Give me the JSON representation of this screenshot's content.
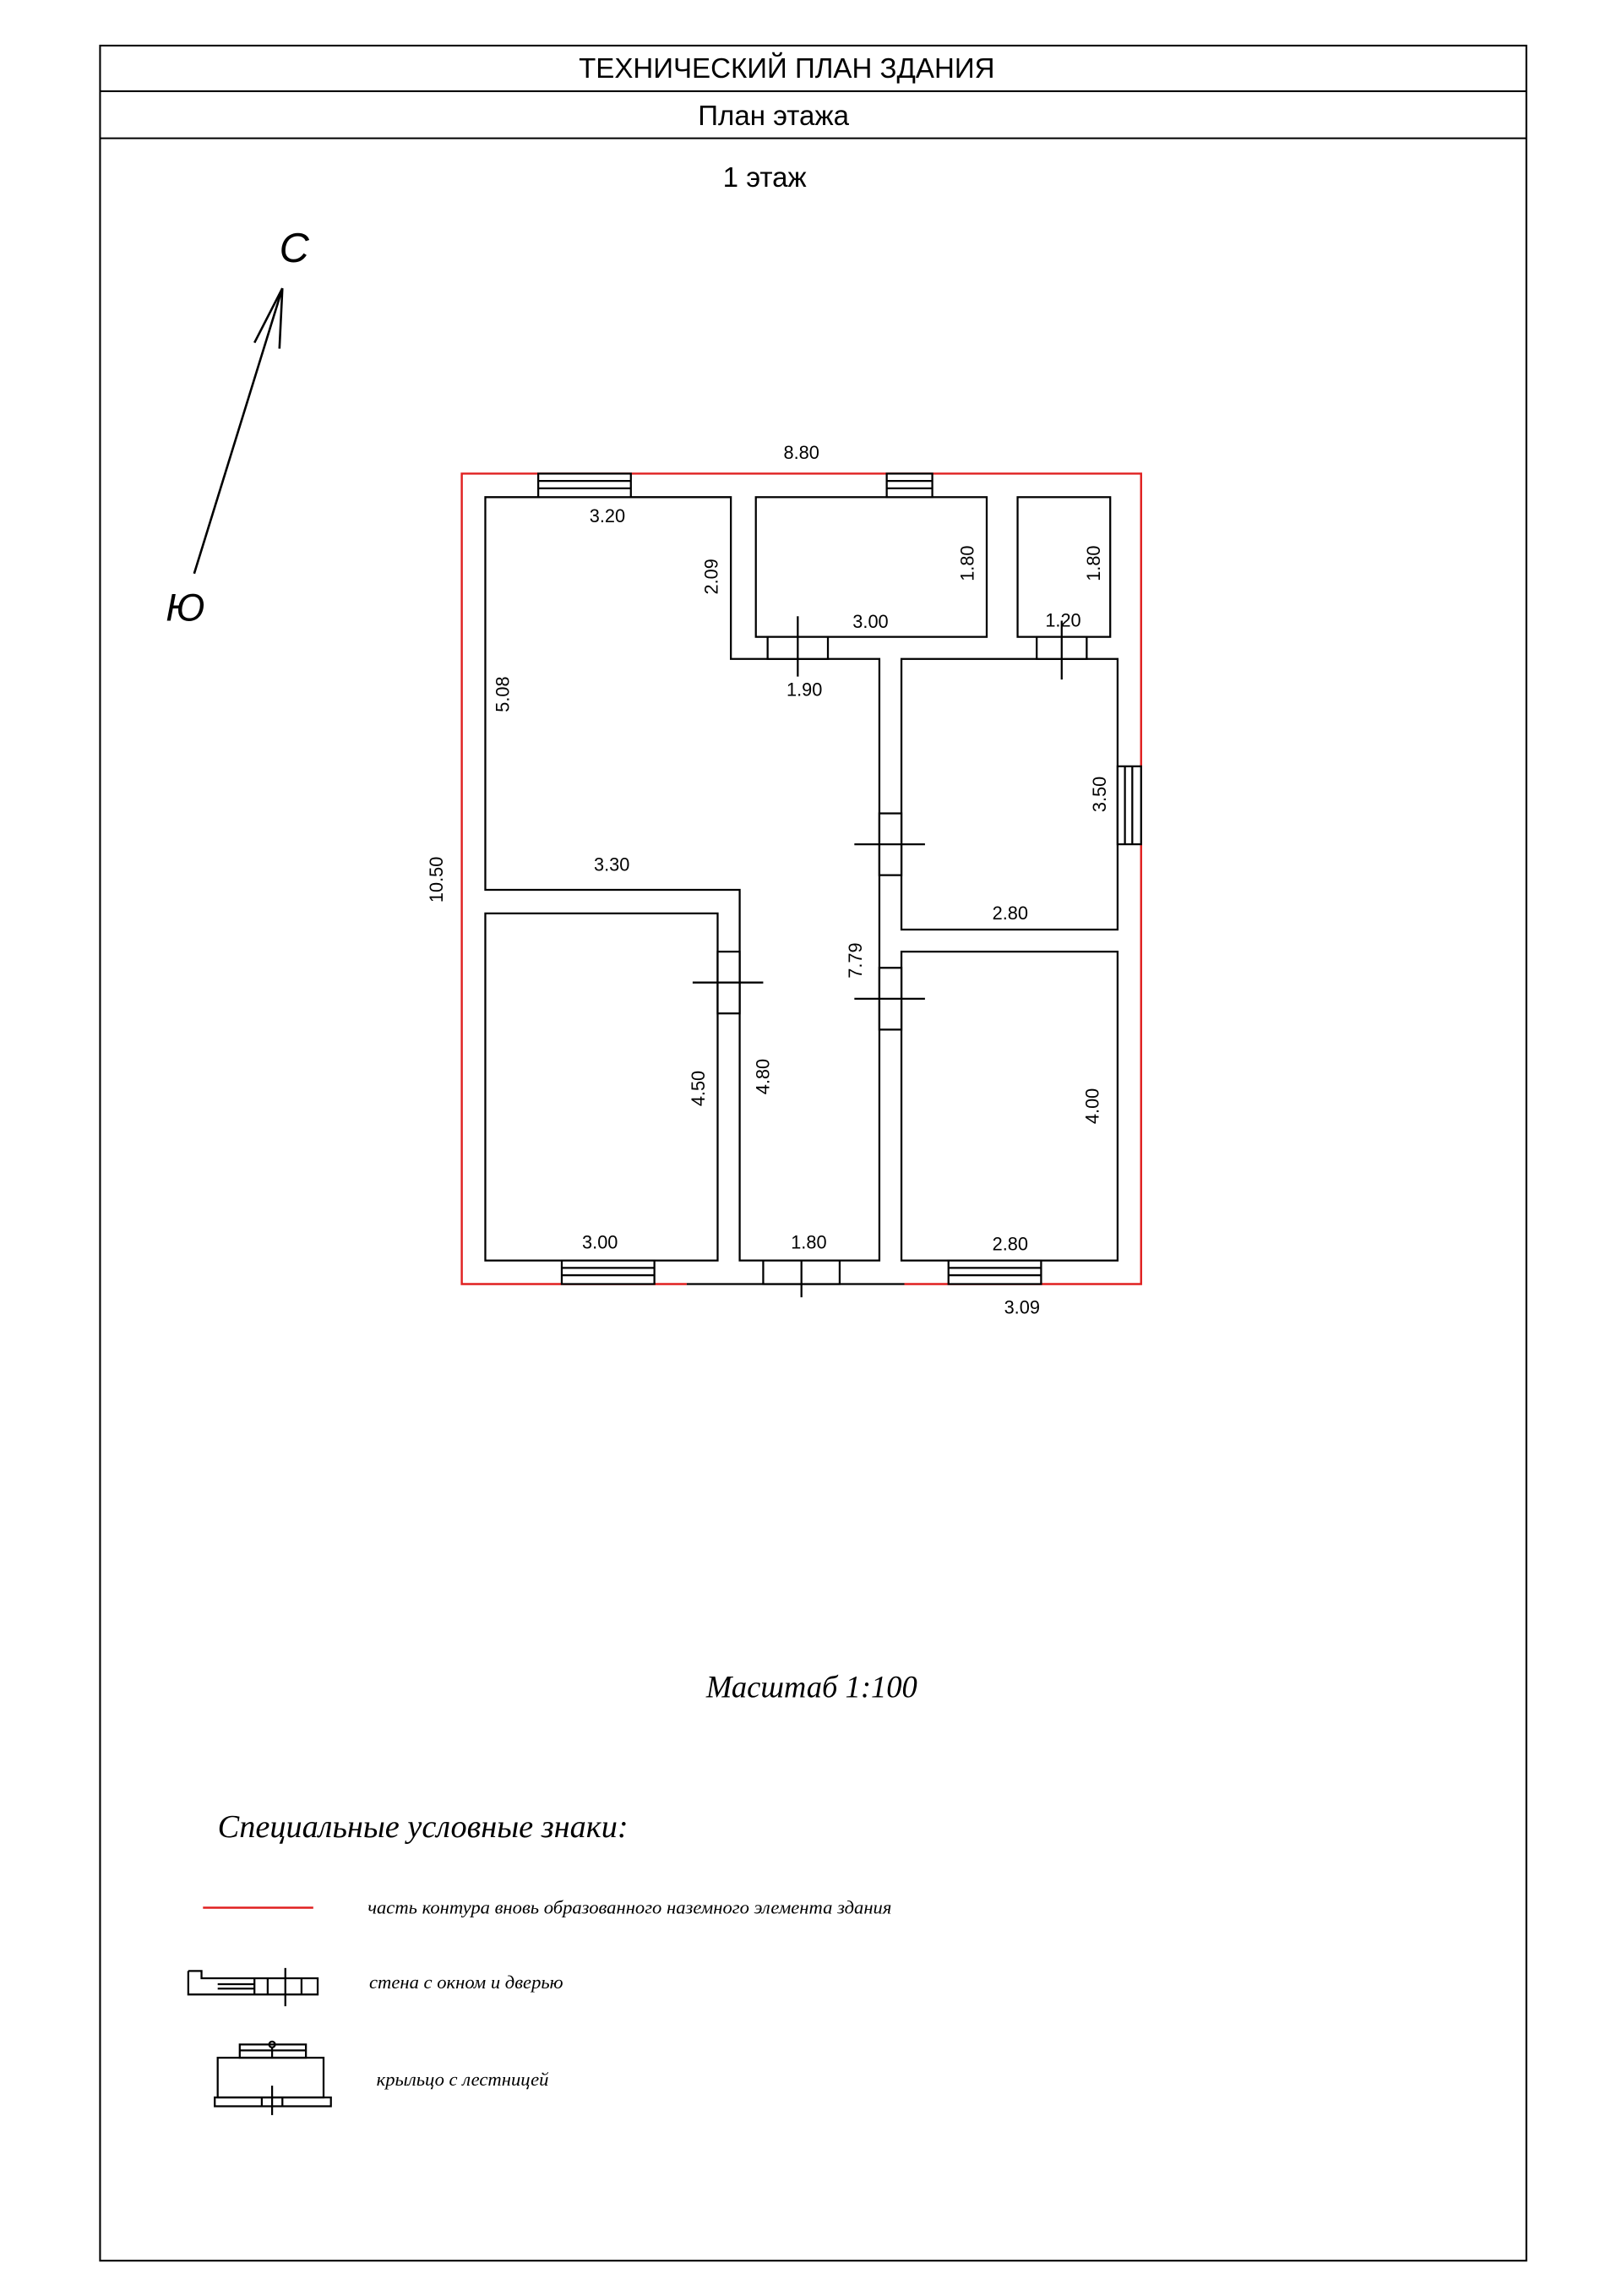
{
  "header": {
    "title": "ТЕХНИЧЕСКИЙ ПЛАН ЗДАНИЯ",
    "subtitle": "План этажа",
    "floor": "1 этаж"
  },
  "compass": {
    "north": "С",
    "south": "Ю"
  },
  "plan": {
    "outline_color": "#e02020",
    "dimensions": {
      "total_width": "8.80",
      "total_height": "10.50",
      "living_top": "3.20",
      "living_side": "5.08",
      "living_bottom": "3.30",
      "living_notch": "2.09",
      "notch_door": "1.90",
      "top_room_width": "3.00",
      "top_room_height": "1.80",
      "small_room_height": "1.80",
      "small_room_width": "1.20",
      "right_upper_height": "3.50",
      "right_upper_width": "2.80",
      "corridor_length": "7.79",
      "left_room_height": "4.50",
      "corridor_lower": "4.80",
      "right_lower_height": "4.00",
      "left_room_width": "3.00",
      "corridor_width": "1.80",
      "right_lower_width": "2.80",
      "outer_segment": "3.09"
    }
  },
  "scale": "Масштаб 1:100",
  "legend": {
    "heading": "Специальные условные знаки:",
    "items": [
      {
        "icon": "red-contour-line",
        "label": "часть контура вновь образованного наземного элемента здания"
      },
      {
        "icon": "wall-window-door-symbol",
        "label": "стена с окном и дверью"
      },
      {
        "icon": "porch-stairs-symbol",
        "label": "крыльцо с лестницей"
      }
    ]
  }
}
